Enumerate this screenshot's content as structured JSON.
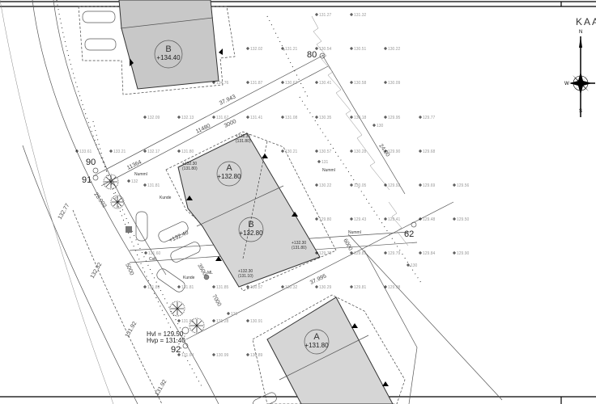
{
  "title": "KAA",
  "compass": {
    "north": "N",
    "west": "W",
    "south": "S"
  },
  "buildings": [
    {
      "label": "B",
      "elevation": "+134.40"
    },
    {
      "label": "A",
      "elevation": "+132.80"
    },
    {
      "label": "B",
      "elevation": "+132.80"
    },
    {
      "label": "A",
      "elevation": "+131.80"
    }
  ],
  "building_corners": [
    {
      "elev": "+132.30",
      "sub": "(131.80)"
    },
    {
      "elev": "+132.30",
      "sub": "(131.80)"
    },
    {
      "elev": "+132.30",
      "sub": "(131.10)"
    },
    {
      "elev": "+132.30",
      "sub": "(131.80)"
    }
  ],
  "point_numbers": [
    "90",
    "91",
    "80",
    "62",
    "92"
  ],
  "dimensions": [
    "37.943",
    "37.995",
    "11364",
    "11480",
    "3000",
    "5000",
    "7000",
    "6000",
    "3500",
    "28.002",
    "24.00"
  ],
  "street_elevations": [
    "132.77",
    "132.32",
    "131.92",
    "131.92"
  ],
  "parking_elevation": "+132.40",
  "heights": {
    "hvl": "Hvl  =  129.50",
    "hvp": "Hvp  =  131.40"
  },
  "markers": {
    "ml": "ML",
    "numeral_1": "Numml",
    "numeral_2": "Numml",
    "numeral_3": "Numml",
    "kunde": "Kunde",
    "kunde2": "Kunde",
    "cstl": "Cstl"
  },
  "spots": [
    "131.27",
    "131.32",
    "132.02",
    "131.21",
    "130.54",
    "130.51",
    "130.22",
    "134.76",
    "131.87",
    "130.62",
    "130.41",
    "130.58",
    "130.09",
    "132.09",
    "132.13",
    "131.67",
    "131.41",
    "131.08",
    "130.35",
    "130.18",
    "129.95",
    "129.77",
    "133.61",
    "133.21",
    "132.17",
    "131.80",
    "130.21",
    "130.57",
    "130.28",
    "129.90",
    "129.68",
    "131.81",
    "130.22",
    "130.05",
    "129.92",
    "129.69",
    "129.56",
    "129.80",
    "129.43",
    "129.41",
    "129.48",
    "129.50",
    "131.60",
    "129.79",
    "129.81",
    "129.79",
    "129.84",
    "129.90",
    "131.89",
    "131.81",
    "131.85",
    "130.57",
    "130.32",
    "130.29",
    "129.81",
    "129.98",
    "131.86",
    "131.28",
    "130.91",
    "131.64",
    "130.99",
    "130.89",
    "132",
    "131",
    "130",
    "131",
    "130"
  ]
}
